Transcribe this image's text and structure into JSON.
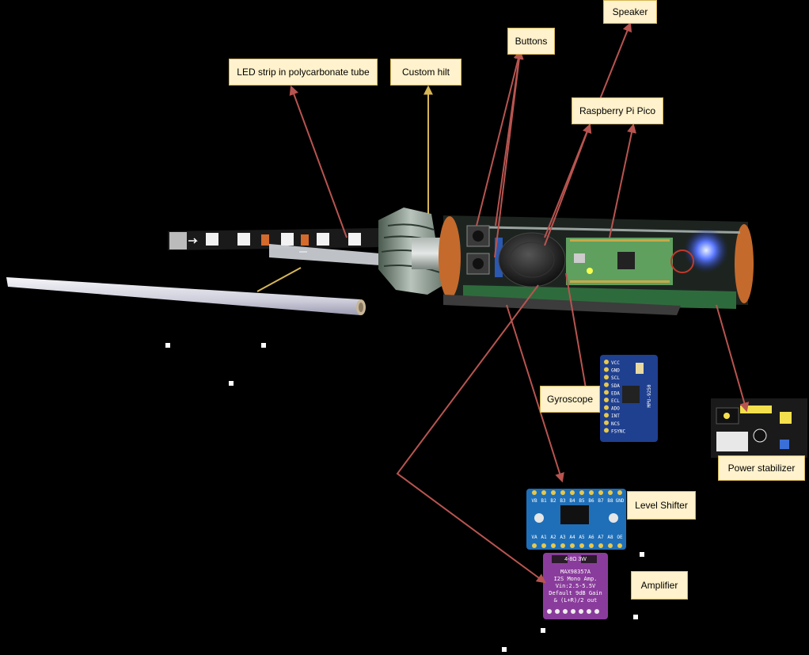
{
  "labels": {
    "led_strip": "LED strip in polycarbonate tube",
    "custom_hilt": "Custom hilt",
    "buttons": "Buttons",
    "speaker": "Speaker",
    "pico": "Raspberry Pi Pico",
    "gyroscope": "Gyroscope",
    "power_stabilizer": "Power stabilizer",
    "level_shifter": "Level Shifter",
    "amplifier": "Amplifier"
  },
  "gyro_pins": [
    "VCC",
    "GND",
    "SCL",
    "SDA",
    "EDA",
    "ECL",
    "ADO",
    "INT",
    "NCS",
    "FSYNC"
  ],
  "gyro_chip": "MPU-9250",
  "shifter_pins_top": [
    "VB",
    "B1",
    "B2",
    "B3",
    "B4",
    "B5",
    "B6",
    "B7",
    "B8",
    "GND"
  ],
  "shifter_pins_bottom": [
    "VA",
    "A1",
    "A2",
    "A3",
    "A4",
    "A5",
    "A6",
    "A7",
    "A8",
    "OE"
  ],
  "amp_text": [
    "MAX98357A",
    "I2S Mono Amp.",
    "Vin:2.5-5.5V",
    "Default 9dB Gain",
    "& (L+R)/2 out"
  ],
  "amp_header": "4-8Ω 3W",
  "colors": {
    "background": "#000000",
    "label_fill": "#fff2cc",
    "label_border": "#d6b656",
    "arrow_red": "#b85450",
    "arrow_yellow": "#d6b656",
    "pcb_green": "#2e6b3c",
    "pico_green": "#5fa05f",
    "gyro_blue": "#1f3f8f",
    "shifter_blue": "#1f6fb8",
    "amp_purple": "#8a3c9c",
    "copper": "#c46a2c"
  }
}
